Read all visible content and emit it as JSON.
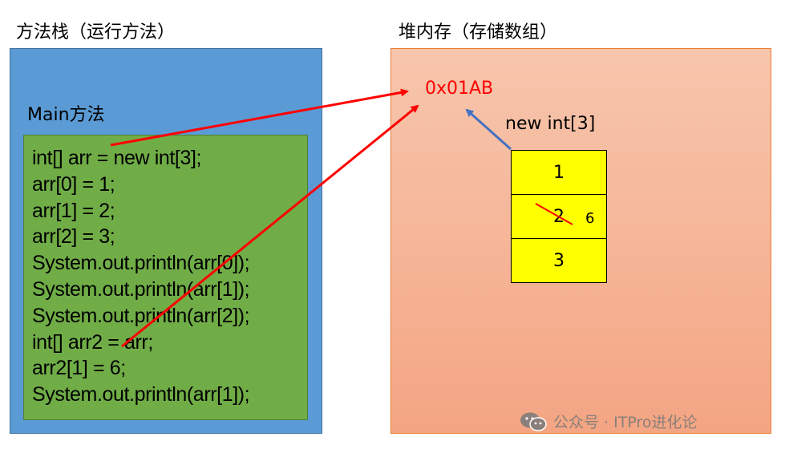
{
  "stack": {
    "title": "方法栈（运行方法）",
    "method_label": "Main方法",
    "code_lines": [
      "int[] arr = new int[3];",
      "arr[0] = 1;",
      "arr[1] = 2;",
      "arr[2] = 3;",
      "System.out.println(arr[0]);",
      "System.out.println(arr[1]);",
      "System.out.println(arr[2]);",
      "int[] arr2 = arr;",
      "arr2[1] = 6;",
      "System.out.println(arr[1]);"
    ]
  },
  "heap": {
    "title": "堆内存（存储数组）",
    "address": "0x01AB",
    "array_label": "new int[3]",
    "cells": [
      "1",
      "2",
      "3"
    ],
    "updated_value": "6"
  },
  "watermark": {
    "text": "公众号 · ITPro进化论",
    "icon": "wechat-icon"
  },
  "colors": {
    "stack_bg": "#5b9bd5",
    "code_bg": "#70ad47",
    "heap_bg_top": "#f7c6ad",
    "heap_bg_bottom": "#f4a583",
    "array_bg": "#ffff00",
    "reference_arrow": "#ff0000",
    "array_arrow": "#4472c4"
  }
}
